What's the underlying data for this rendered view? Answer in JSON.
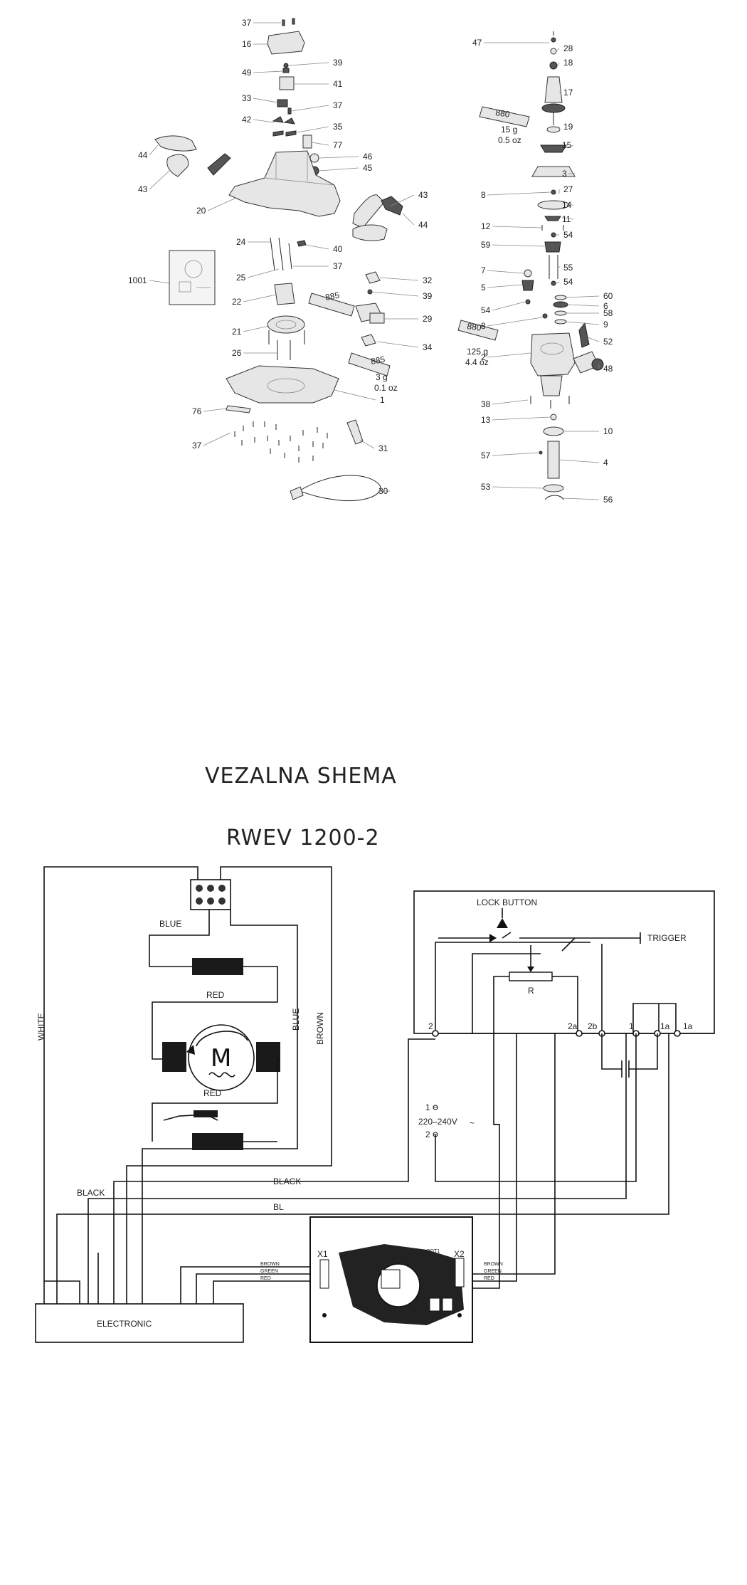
{
  "parts_diagram": {
    "left_labels": [
      {
        "n": "37"
      },
      {
        "n": "16"
      },
      {
        "n": "39"
      },
      {
        "n": "49"
      },
      {
        "n": "41"
      },
      {
        "n": "33"
      },
      {
        "n": "37"
      },
      {
        "n": "42"
      },
      {
        "n": "35"
      },
      {
        "n": "77"
      },
      {
        "n": "46"
      },
      {
        "n": "45"
      },
      {
        "n": "44"
      },
      {
        "n": "43"
      },
      {
        "n": "20"
      },
      {
        "n": "43"
      },
      {
        "n": "44"
      },
      {
        "n": "24"
      },
      {
        "n": "40"
      },
      {
        "n": "37"
      },
      {
        "n": "25"
      },
      {
        "n": "1001"
      },
      {
        "n": "32"
      },
      {
        "n": "39"
      },
      {
        "n": "22"
      },
      {
        "n": "29"
      },
      {
        "n": "21"
      },
      {
        "n": "34"
      },
      {
        "n": "26"
      },
      {
        "n": "1"
      },
      {
        "n": "76"
      },
      {
        "n": "37"
      },
      {
        "n": "31"
      },
      {
        "n": "30"
      }
    ],
    "right_labels": [
      {
        "n": "47"
      },
      {
        "n": "28"
      },
      {
        "n": "18"
      },
      {
        "n": "17"
      },
      {
        "n": "19"
      },
      {
        "n": "15"
      },
      {
        "n": "3"
      },
      {
        "n": "8"
      },
      {
        "n": "27"
      },
      {
        "n": "14"
      },
      {
        "n": "11"
      },
      {
        "n": "12"
      },
      {
        "n": "54"
      },
      {
        "n": "59"
      },
      {
        "n": "55"
      },
      {
        "n": "7"
      },
      {
        "n": "54"
      },
      {
        "n": "5"
      },
      {
        "n": "60"
      },
      {
        "n": "6"
      },
      {
        "n": "54"
      },
      {
        "n": "58"
      },
      {
        "n": "9"
      },
      {
        "n": "8"
      },
      {
        "n": "52"
      },
      {
        "n": "2"
      },
      {
        "n": "48"
      },
      {
        "n": "38"
      },
      {
        "n": "13"
      },
      {
        "n": "10"
      },
      {
        "n": "57"
      },
      {
        "n": "4"
      },
      {
        "n": "53"
      },
      {
        "n": "56"
      }
    ],
    "grease": {
      "tube_880_top": "880",
      "top_qty": "15 g",
      "top_oz": "0.5 oz",
      "tube_880_mid": "880",
      "mid_qty": "125 g",
      "mid_oz": "4.4 oz",
      "tube_885_a": "885",
      "tube_885_b": "885",
      "b_qty": "3 g",
      "b_oz": "0.1 oz"
    }
  },
  "wiring": {
    "title": "VEZALNA SHEMA",
    "model": "RWEV 1200-2",
    "wires": {
      "blue_top": "BLUE",
      "red_top": "RED",
      "red_bottom": "RED",
      "white": "WHITE",
      "blue_side": "BLUE",
      "brown": "BROWN",
      "black_left": "BLACK",
      "black_mid": "BLACK",
      "bl": "BL"
    },
    "motor_letter": "M",
    "electronic": "ELECTRONIC",
    "switch": {
      "lock_button": "LOCK BUTTON",
      "trigger": "TRIGGER",
      "resistor": "R",
      "t2": "2",
      "t2a": "2a",
      "t2b": "2b",
      "t1": "1",
      "t1a": "1a",
      "t1b": "1a"
    },
    "supply": {
      "p1": "1 ~",
      "p2": "2 ~",
      "voltage": "220–240V",
      "tilde": "~"
    },
    "board": {
      "x1": "X1",
      "x2": "X2",
      "l_brown": "BROWN",
      "l_green": "GREEN",
      "l_red": "RED",
      "r_brown": "BROWN",
      "r_green": "GREEN",
      "r_red": "RED",
      "pot": "POT1"
    }
  }
}
